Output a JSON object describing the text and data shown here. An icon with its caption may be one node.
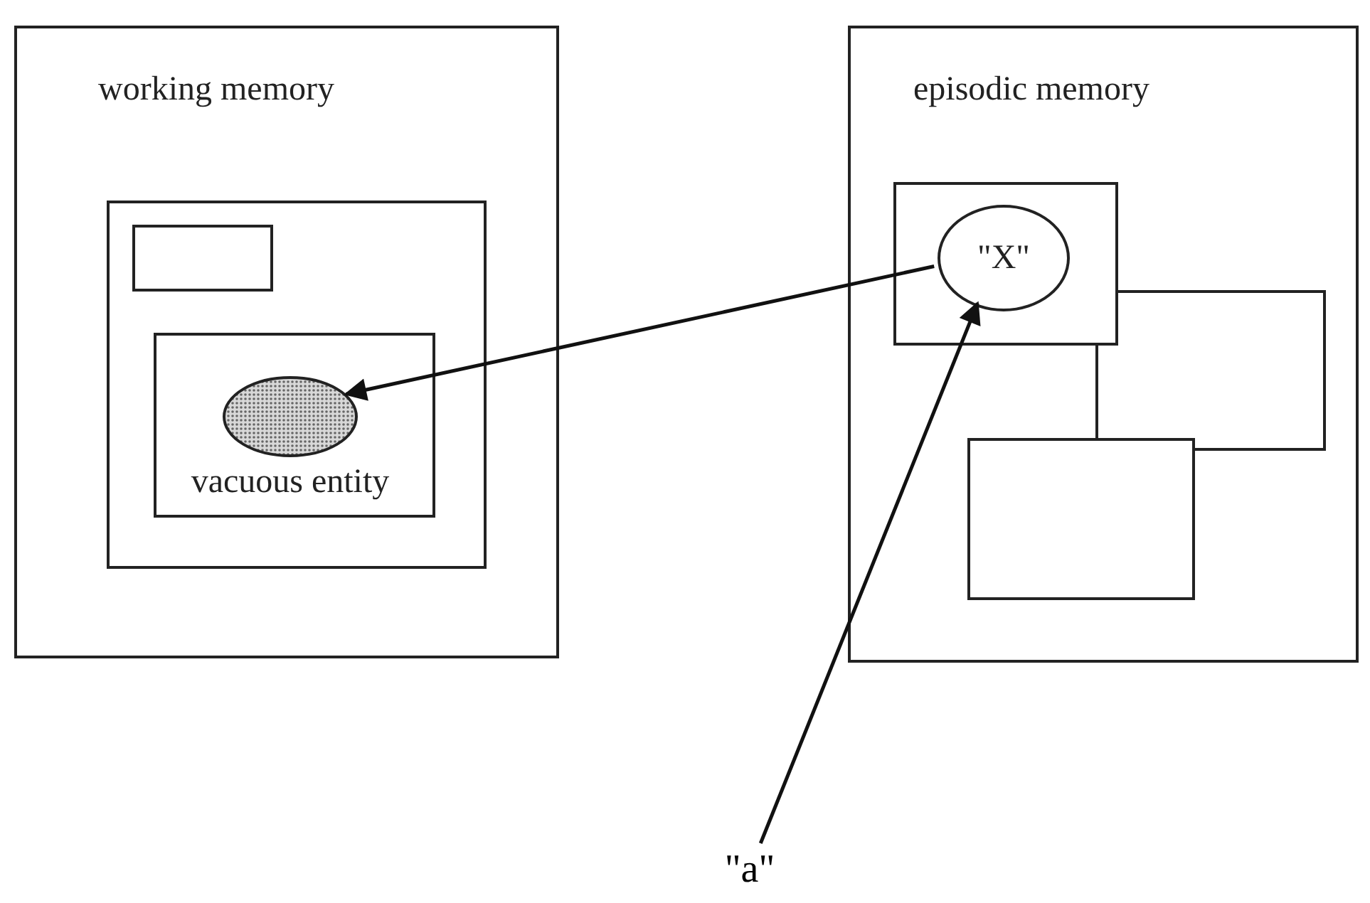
{
  "diagram": {
    "nodes": [
      {
        "text": [
          "working memory"
        ]
      },
      {
        "text": [],
        "shape": "box",
        "in": 0
      },
      {
        "text": [],
        "shape": "box",
        "in": 1
      },
      {
        "text": [],
        "shape": "box",
        "in": 1
      },
      {
        "text": [],
        "shape": "ellipse",
        "in": 3,
        "beside": [
          "vacuous entity"
        ]
      },
      {
        "text": [
          "episodic memory"
        ]
      },
      {
        "text": [],
        "shape": "box",
        "in": 5
      },
      {
        "text": [],
        "shape": "box",
        "in": 5
      },
      {
        "text": [],
        "shape": "box",
        "in": 5
      },
      {
        "text": [
          "\"X\""
        ],
        "in": 6
      },
      {
        "text": [
          "\"a\""
        ]
      }
    ],
    "edges": [
      {
        "from": 9,
        "to": 4,
        "arrow": "to"
      },
      {
        "from": 10,
        "to": 9,
        "arrow": "to"
      }
    ]
  }
}
